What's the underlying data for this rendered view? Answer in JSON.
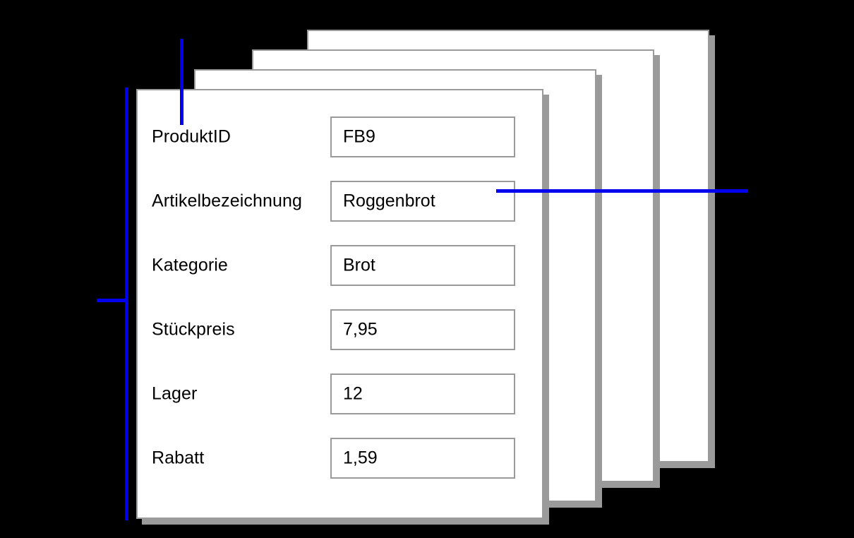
{
  "canvas": {
    "background": "#000000",
    "card_fill": "#ffffff",
    "card_border": "#9a9a9a",
    "card_shadow": "#9a9a9a",
    "annotation_color": "#0000ee"
  },
  "record_stack": {
    "card_count": 4,
    "front_card_index": 1,
    "back_cards": [
      {
        "name": "record-card-2"
      },
      {
        "name": "record-card-3"
      },
      {
        "name": "record-card-4"
      }
    ]
  },
  "front_card": {
    "fields": [
      {
        "label": "ProduktID",
        "value": "FB9"
      },
      {
        "label": "Artikelbezeichnung",
        "value": "Roggenbrot"
      },
      {
        "label": "Kategorie",
        "value": "Brot"
      },
      {
        "label": "Stückpreis",
        "value": "7,95"
      },
      {
        "label": "Lager",
        "value": "12"
      },
      {
        "label": "Rabatt",
        "value": "1,59"
      }
    ]
  },
  "annotations": [
    {
      "name": "annotation-line-top",
      "orientation": "vertical"
    },
    {
      "name": "annotation-line-left",
      "orientation": "vertical"
    },
    {
      "name": "annotation-tick-left",
      "orientation": "horizontal"
    },
    {
      "name": "annotation-line-right",
      "orientation": "horizontal"
    }
  ]
}
